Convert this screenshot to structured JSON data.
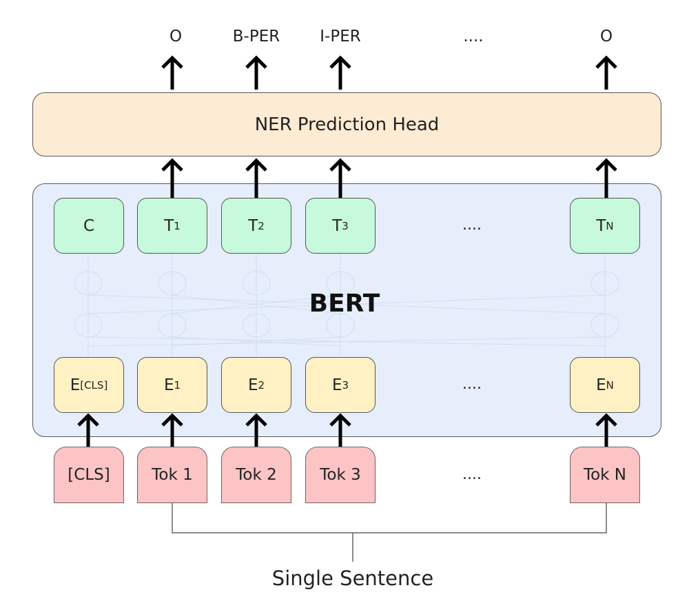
{
  "outputs": [
    "O",
    "B-PER",
    "I-PER",
    "....",
    "O"
  ],
  "head_label": "NER Prediction Head",
  "model_label": "BERT",
  "top_row": [
    {
      "main": "C",
      "sub": ""
    },
    {
      "main": "T",
      "sub": "1"
    },
    {
      "main": "T",
      "sub": "2"
    },
    {
      "main": "T",
      "sub": "3"
    },
    {
      "main": "T",
      "sub": "N"
    }
  ],
  "embed_row": [
    {
      "main": "E",
      "sub": "[CLS]"
    },
    {
      "main": "E",
      "sub": "1"
    },
    {
      "main": "E",
      "sub": "2"
    },
    {
      "main": "E",
      "sub": "3"
    },
    {
      "main": "E",
      "sub": "N"
    }
  ],
  "tokens": [
    "[CLS]",
    "Tok 1",
    "Tok 2",
    "Tok 3",
    "Tok N"
  ],
  "ellipsis": "....",
  "caption": "Single Sentence",
  "colors": {
    "head": "#fdebd3",
    "bert": "#e6eefc",
    "output_box": "#c7f9dc",
    "embedding_box": "#fff1c4",
    "token_box": "#fcc4c4"
  }
}
